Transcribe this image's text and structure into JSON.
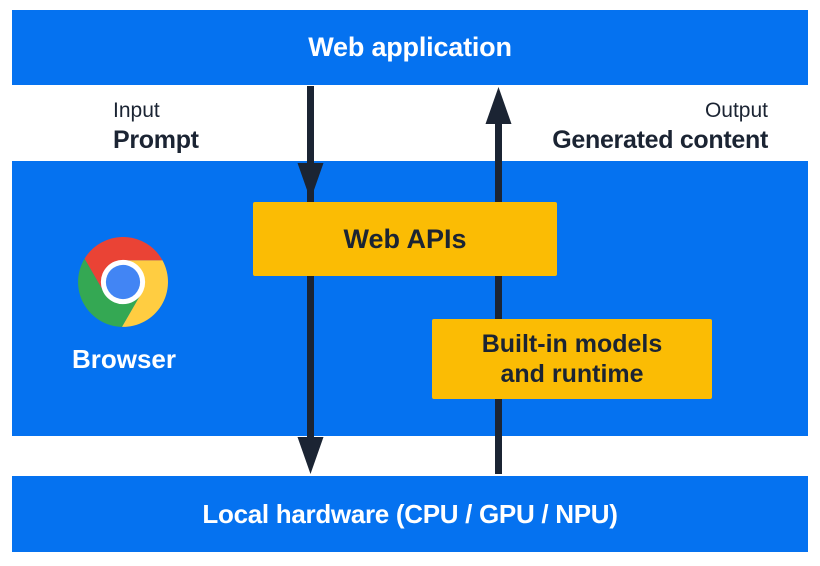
{
  "colors": {
    "band_blue": "#0572F0",
    "box_yellow": "#FBBC04",
    "dark_navy": "#1B2433",
    "white": "#FFFFFF",
    "chrome_red": "#EA4335",
    "chrome_yellow": "#FFCD41",
    "chrome_green": "#34A853",
    "chrome_blue": "#4285F4"
  },
  "bars": {
    "web_application": "Web application",
    "local_hardware": "Local hardware (CPU / GPU / NPU)"
  },
  "io_labels": {
    "input_caption": "Input",
    "input_value": "Prompt",
    "output_caption": "Output",
    "output_value": "Generated content"
  },
  "browser": {
    "icon": "chrome-logo",
    "label": "Browser"
  },
  "boxes": {
    "web_apis": "Web APIs",
    "builtin_models": {
      "line1": "Built-in models",
      "line2": "and runtime"
    }
  },
  "arrows": {
    "down_arrow": {
      "direction": "down",
      "from": "Web application",
      "through": "Web APIs",
      "to": "Local hardware (CPU / GPU / NPU)"
    },
    "up_arrow": {
      "direction": "up",
      "from": "Local hardware (CPU / GPU / NPU)",
      "through": "Built-in models and runtime",
      "to": "Web application"
    }
  }
}
